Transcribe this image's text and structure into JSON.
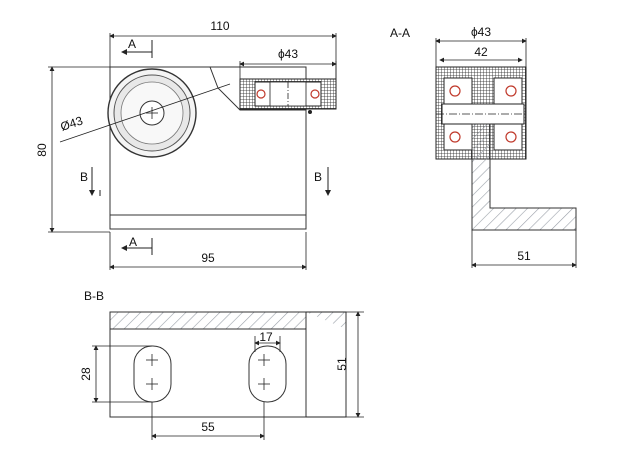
{
  "views": {
    "front": {
      "dim_width_top": "110",
      "dim_height": "80",
      "dim_diameter": "Ø43",
      "dim_bearing_diameter": "ϕ43",
      "dim_width_bottom": "95",
      "section_mark_a_top": "A",
      "section_mark_a_bottom": "A",
      "section_mark_b_left": "B",
      "section_mark_b_right": "B"
    },
    "section_aa": {
      "title": "A-A",
      "dim_outer_diameter": "ϕ43",
      "dim_width": "42",
      "dim_base_length": "51"
    },
    "section_bb": {
      "title": "B-B",
      "dim_slot_length": "28",
      "dim_slot_width": "17",
      "dim_slot_spacing": "55",
      "dim_height": "51"
    }
  },
  "colors": {
    "line": "#333333",
    "hatch": "#9aa0a8",
    "bearing_dark": "#2a2a2a",
    "bearing_red": "#c0392b"
  }
}
